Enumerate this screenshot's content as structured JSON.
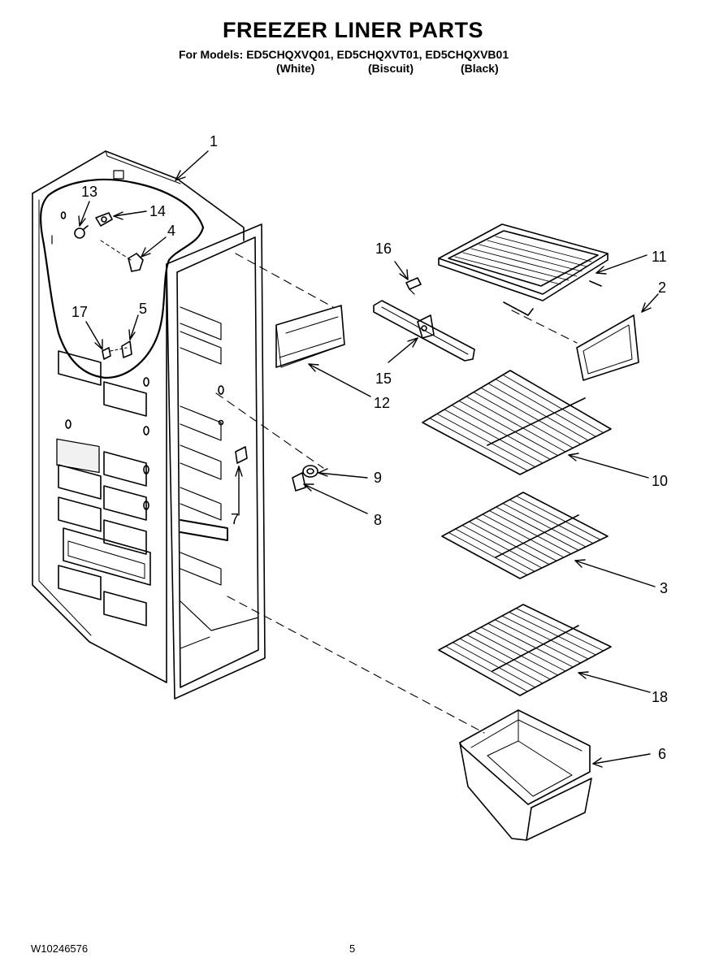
{
  "header": {
    "title": "FREEZER LINER PARTS",
    "models_line": "For Models: ED5CHQXVQ01, ED5CHQXVT01, ED5CHQXVB01",
    "colors": [
      "(White)",
      "(Biscuit)",
      "(Black)"
    ]
  },
  "callouts": {
    "c1": "1",
    "c2": "2",
    "c3": "3",
    "c4": "4",
    "c5": "5",
    "c6": "6",
    "c7": "7",
    "c8": "8",
    "c9": "9",
    "c10": "10",
    "c11": "11",
    "c12": "12",
    "c13": "13",
    "c14": "14",
    "c15": "15",
    "c16": "16",
    "c17": "17",
    "c18": "18"
  },
  "footer": {
    "doc_number": "W10246576",
    "page_number": "5"
  }
}
